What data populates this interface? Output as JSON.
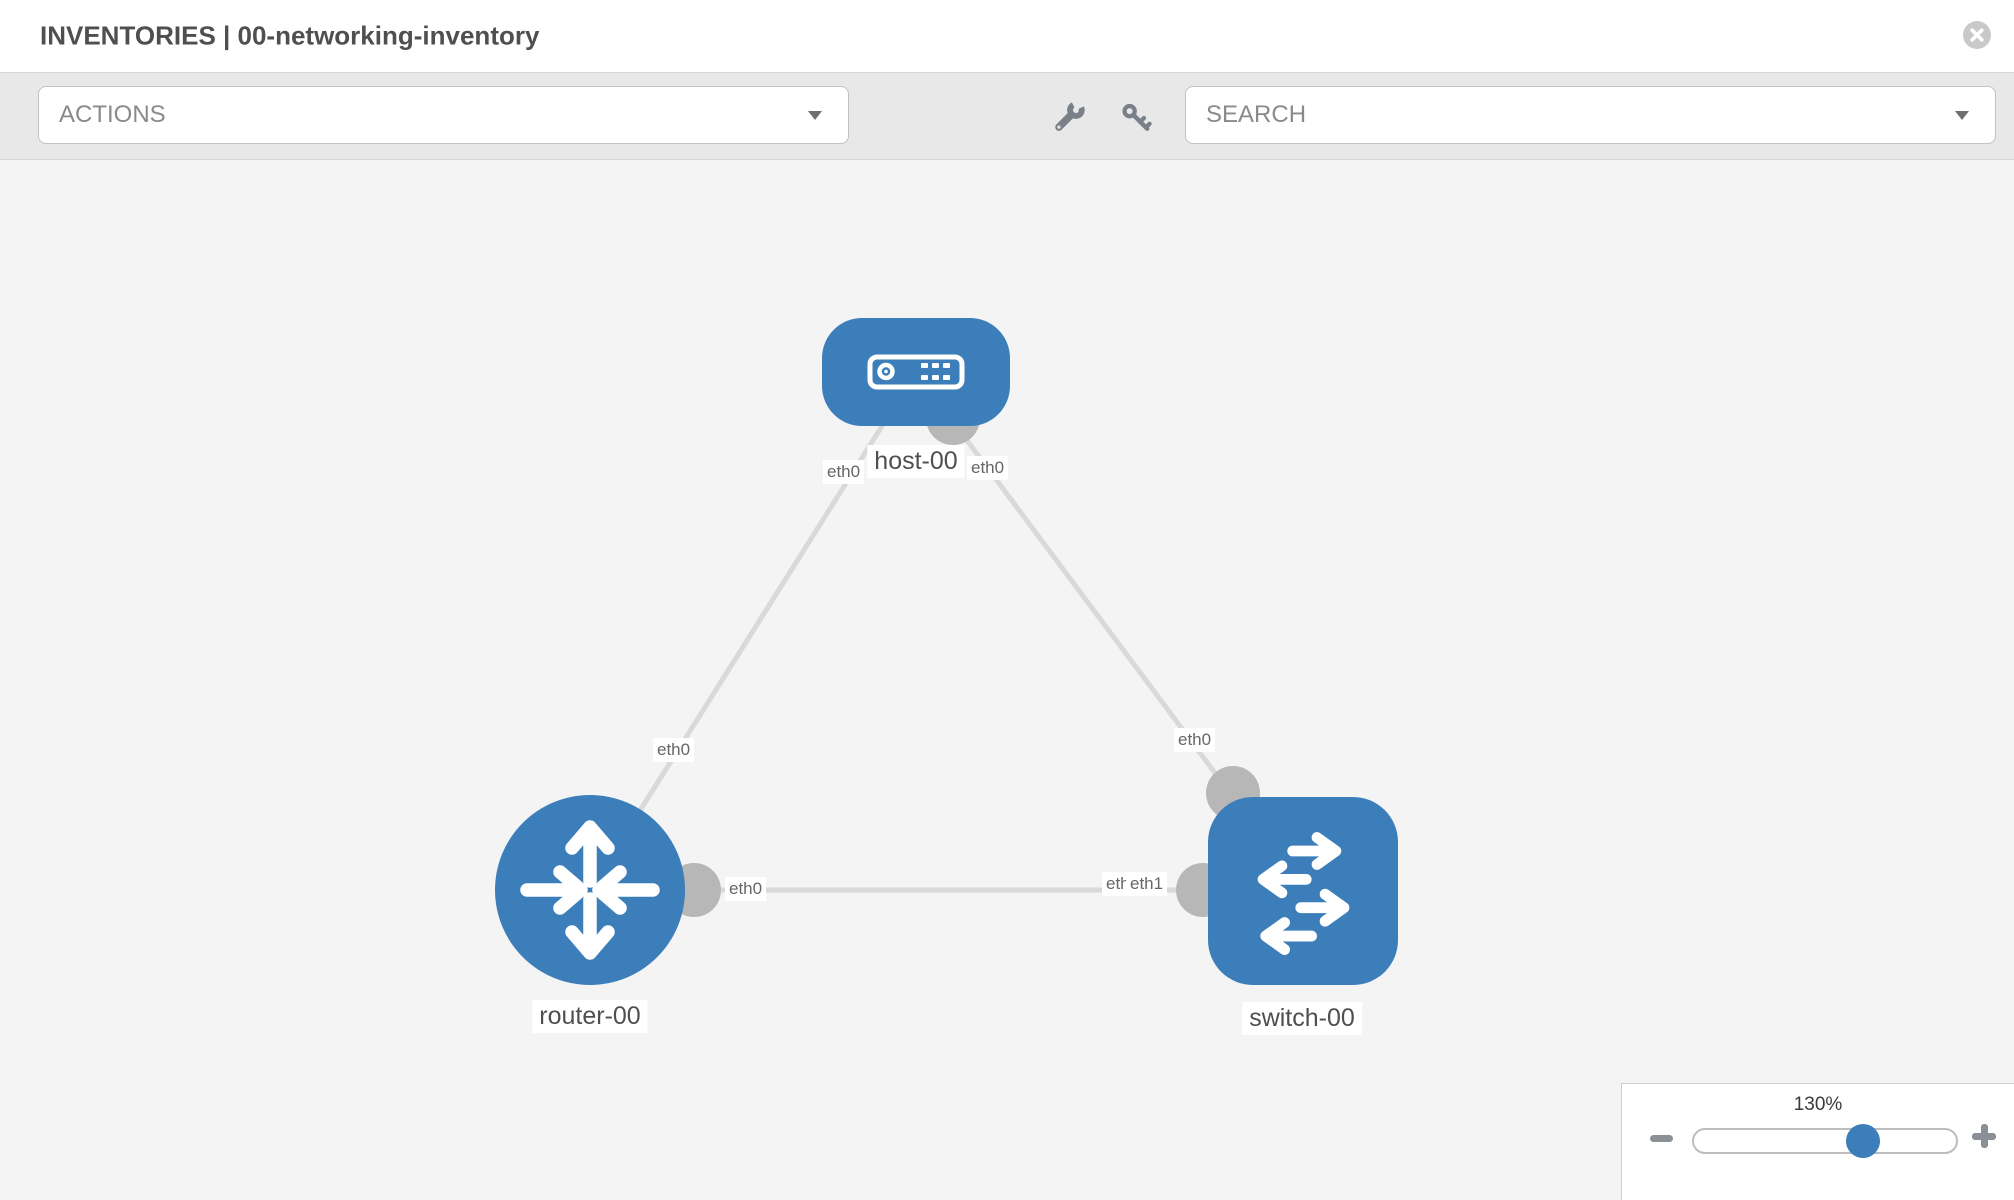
{
  "header": {
    "title": "INVENTORIES | 00-networking-inventory"
  },
  "toolbar": {
    "actions_label": "ACTIONS",
    "search_placeholder": "SEARCH",
    "icons": [
      {
        "name": "wrench-icon"
      },
      {
        "name": "key-icon"
      }
    ]
  },
  "topology": {
    "nodes": [
      {
        "id": "host-00",
        "label": "host-00",
        "type": "host"
      },
      {
        "id": "router-00",
        "label": "router-00",
        "type": "router"
      },
      {
        "id": "switch-00",
        "label": "switch-00",
        "type": "switch"
      }
    ],
    "links": [
      {
        "source": "host-00",
        "target": "router-00",
        "source_label": "eth0",
        "target_label": "eth0"
      },
      {
        "source": "host-00",
        "target": "switch-00",
        "source_label": "eth0",
        "target_label": "eth0"
      },
      {
        "source": "router-00",
        "target": "switch-00",
        "source_label": "eth0",
        "target_label": "eth1",
        "target_label_behind": "eth0"
      }
    ]
  },
  "zoom_control": {
    "level": "130%"
  },
  "colors": {
    "node_blue": "#3c7eb9",
    "link_gray": "#d9d9d9",
    "interface_gray": "#b7b7b7",
    "canvas_bg": "#f4f4f4",
    "toolbar_bg": "#e8e8e8"
  }
}
